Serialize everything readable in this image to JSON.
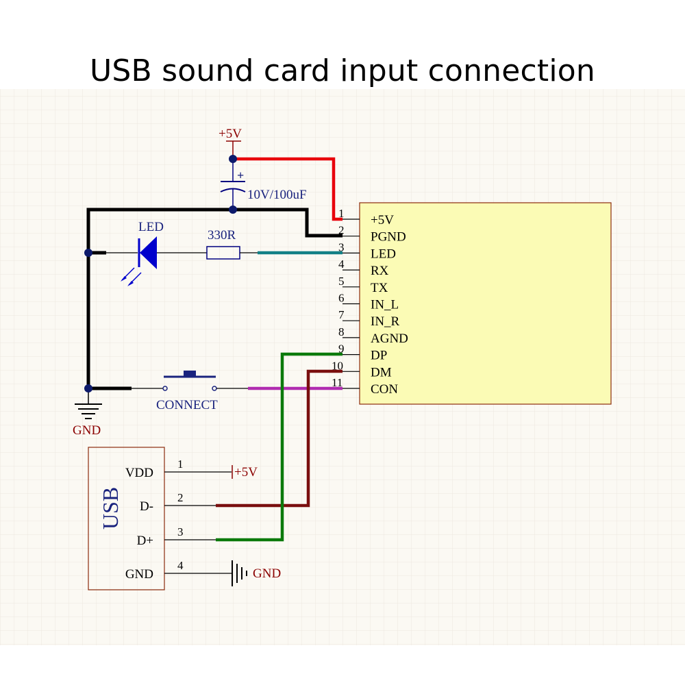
{
  "title": "USB sound card input connection",
  "labels": {
    "vcc_top": "+5V",
    "cap_polarity": "+",
    "cap_value": "10V/100uF",
    "led": "LED",
    "resistor": "330R",
    "gnd": "GND",
    "connect": "CONNECT",
    "usb_title": "USB",
    "usb_vcc": "+5V",
    "usb_gnd": "GND"
  },
  "module_pins": [
    {
      "num": "1",
      "name": "+5V"
    },
    {
      "num": "2",
      "name": "PGND"
    },
    {
      "num": "3",
      "name": "LED"
    },
    {
      "num": "4",
      "name": "RX"
    },
    {
      "num": "5",
      "name": "TX"
    },
    {
      "num": "6",
      "name": "IN_L"
    },
    {
      "num": "7",
      "name": "IN_R"
    },
    {
      "num": "8",
      "name": "AGND"
    },
    {
      "num": "9",
      "name": "DP"
    },
    {
      "num": "10",
      "name": "DM"
    },
    {
      "num": "11",
      "name": "CON"
    }
  ],
  "usb_pins": [
    {
      "num": "1",
      "name": "VDD"
    },
    {
      "num": "2",
      "name": "D-"
    },
    {
      "num": "3",
      "name": "D+"
    },
    {
      "num": "4",
      "name": "GND"
    }
  ],
  "colors": {
    "grid_bg": "#fbf9f3",
    "grid_line": "#ece8df",
    "module_fill": "#fbfbb5",
    "wire_5v": "#e8000b",
    "wire_gnd": "#000000",
    "wire_led": "#138086",
    "wire_dp": "#0b7a0b",
    "wire_dm": "#7a0f0f",
    "wire_con": "#b02cb0",
    "junction": "#0d1a6b"
  }
}
